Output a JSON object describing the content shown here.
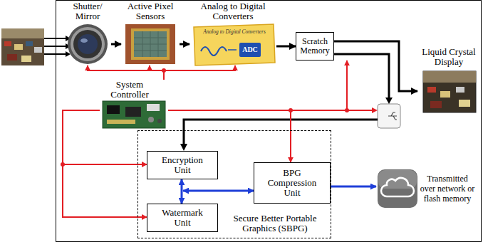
{
  "diagram": {
    "nodes": [
      {
        "text": [
          "Shutter/ Mirror"
        ]
      },
      {
        "text": [
          "Active Pixel Sensors"
        ]
      },
      {
        "text": [
          "Analog to Digital Converters"
        ]
      },
      {
        "text": [
          "Scratch Memory"
        ]
      },
      {
        "text": [
          "Liquid Crystal Display"
        ]
      },
      {
        "text": [
          "System Controller"
        ]
      },
      {
        "text": [
          "Secure Better Portable Graphics (SBPG)"
        ]
      },
      {
        "text": [
          "Encryption Unit"
        ],
        "in": 6
      },
      {
        "text": [
          "BPG Compression Unit"
        ],
        "in": 6
      },
      {
        "text": [
          "Watermark Unit"
        ],
        "in": 6
      },
      {
        "text": [
          "Transmitted over network or flash memory"
        ]
      }
    ],
    "edges": [
      {
        "from": 0,
        "to": 1,
        "arrow": "to"
      },
      {
        "from": 1,
        "to": 2,
        "arrow": "to"
      },
      {
        "from": 2,
        "to": 3,
        "arrow": "to"
      },
      {
        "from": 3,
        "to": 4,
        "arrow": "to"
      },
      {
        "from": 5,
        "to": 0,
        "arrow": "to"
      },
      {
        "from": 5,
        "to": 1,
        "arrow": "to"
      },
      {
        "from": 5,
        "to": 2,
        "arrow": "to"
      },
      {
        "from": 5,
        "to": 3,
        "arrow": "to"
      },
      {
        "from": 5,
        "to": 8,
        "arrow": "to"
      },
      {
        "from": 5,
        "to": 7,
        "arrow": "to"
      },
      {
        "from": 5,
        "to": 9,
        "arrow": "to"
      },
      {
        "from": 7,
        "to": 9,
        "arrow": "both"
      },
      {
        "from": 8,
        "to": 7,
        "arrow": "both"
      },
      {
        "from": 8,
        "to": 10,
        "arrow": "to"
      }
    ],
    "labels": [
      "Analog to Digital Converters",
      "ADC"
    ]
  }
}
